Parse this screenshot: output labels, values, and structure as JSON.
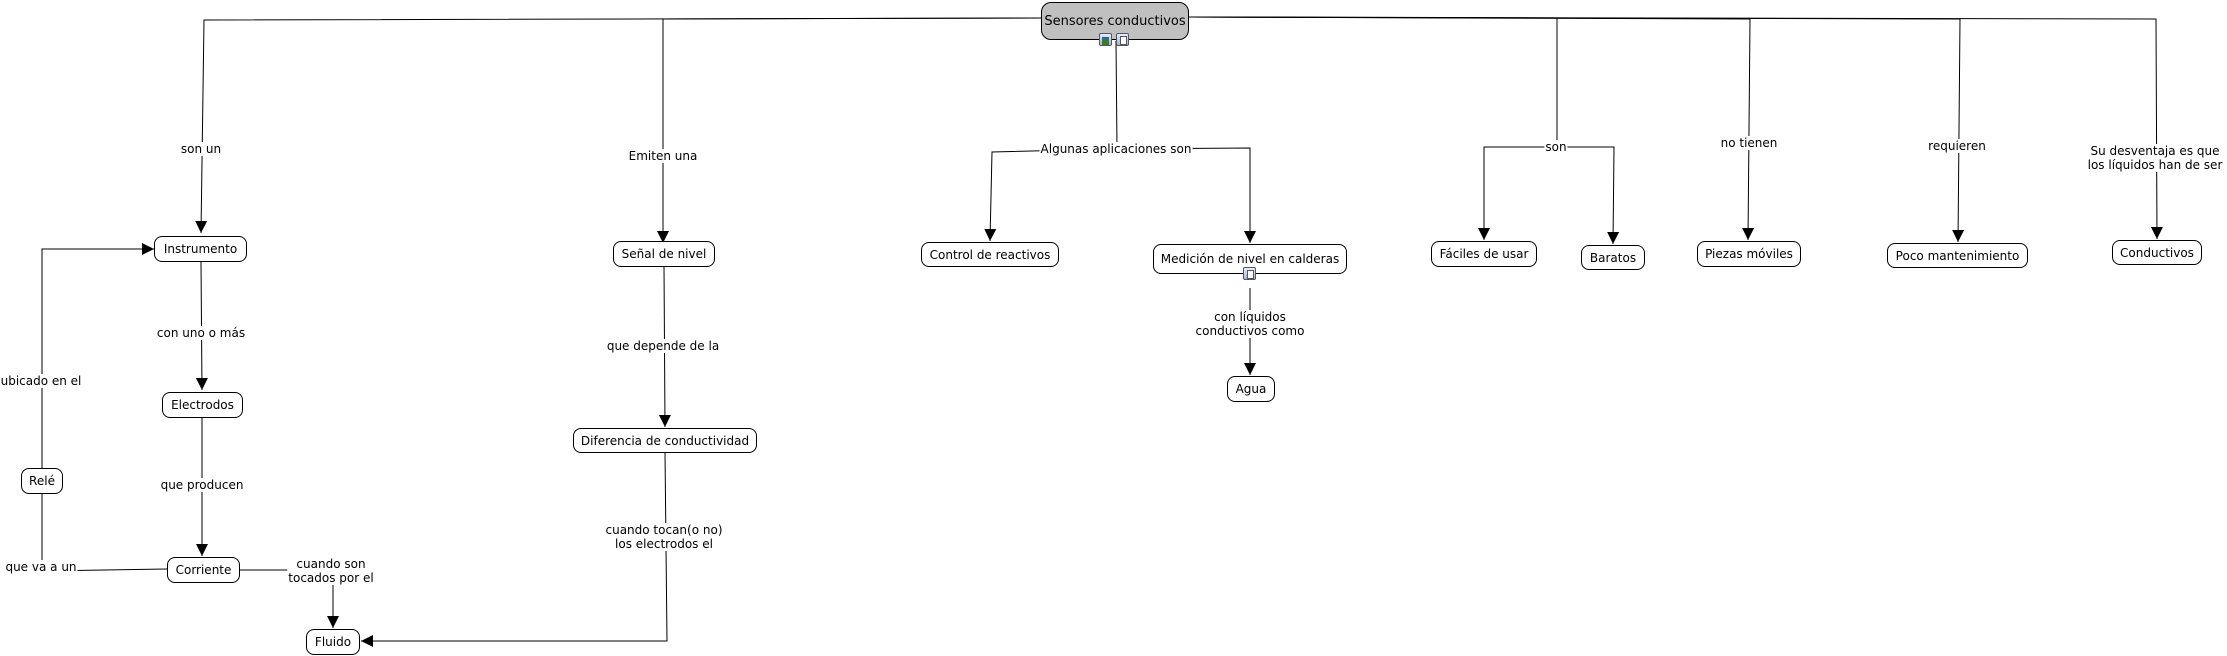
{
  "concepts": {
    "root": "Sensores conductivos",
    "instrumento": "Instrumento",
    "electrodos": "Electrodos",
    "corriente": "Corriente",
    "fluido": "Fluido",
    "rele": "Relé",
    "senal": "Señal de nivel",
    "diferencia": "Diferencia de conductividad",
    "control": "Control de reactivos",
    "medicion": "Medición de nivel en calderas",
    "agua": "Agua",
    "faciles": "Fáciles de usar",
    "baratos": "Baratos",
    "piezas": "Piezas móviles",
    "poco": "Poco mantenimiento",
    "conductivos": "Conductivos"
  },
  "linking_phrases": {
    "son_un": "son un",
    "emiten": "Emiten una",
    "aplicaciones": "Algunas aplicaciones son",
    "son": "son",
    "no_tienen": "no tienen",
    "requieren": "requieren",
    "desventaja_1": "Su desventaja es que",
    "desventaja_2": "los líquidos han de ser",
    "con_uno": "con uno o más",
    "que_producen": "que producen",
    "cuando_son_1": "cuando son",
    "cuando_son_2": "tocados por el",
    "que_va": "que va a un",
    "ubicado": "ubicado en el",
    "depende": "que depende de la",
    "tocan_1": "cuando tocan(o no)",
    "tocan_2": "los electrodos el",
    "liquidos_1": "con líquidos",
    "liquidos_2": "conductivos como"
  },
  "resource_icons": [
    "image-icon",
    "document-icon",
    "document-icon"
  ]
}
